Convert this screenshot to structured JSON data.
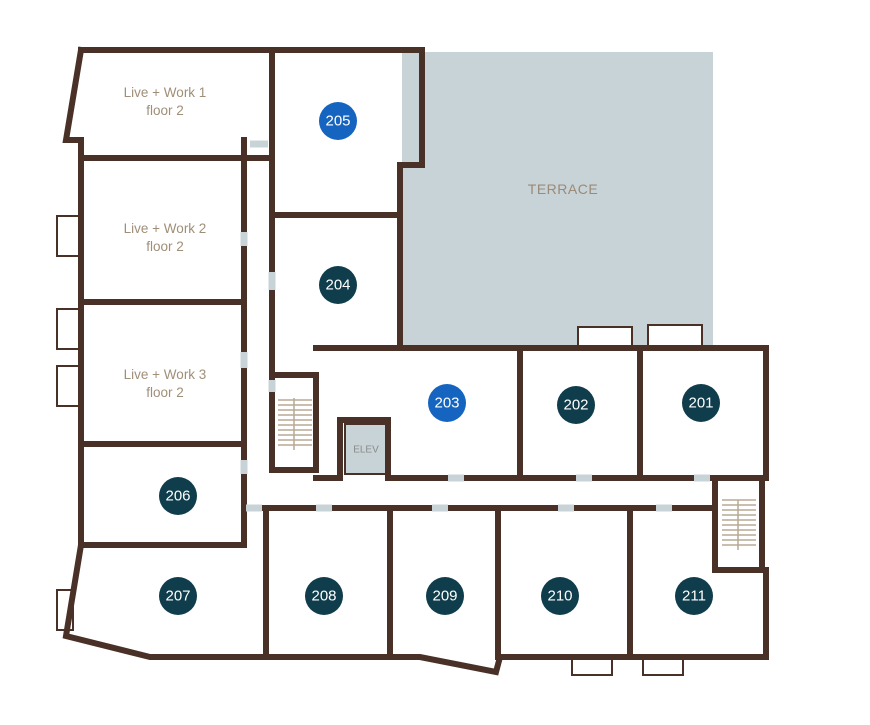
{
  "colors": {
    "wall": "#4a3128",
    "terrace": "#c8d3d8",
    "unit_dark": "#0f3d4c",
    "unit_selected": "#1565c0",
    "label_text": "#a08e78"
  },
  "terrace": {
    "label": "TERRACE"
  },
  "elevator": {
    "label": "ELEV"
  },
  "live_work": [
    {
      "line1": "Live + Work 1",
      "line2": "floor 2"
    },
    {
      "line1": "Live + Work 2",
      "line2": "floor 2"
    },
    {
      "line1": "Live + Work 3",
      "line2": "floor 2"
    }
  ],
  "units": [
    {
      "number": "205",
      "highlighted": true
    },
    {
      "number": "204",
      "highlighted": false
    },
    {
      "number": "203",
      "highlighted": true
    },
    {
      "number": "202",
      "highlighted": false
    },
    {
      "number": "201",
      "highlighted": false
    },
    {
      "number": "206",
      "highlighted": false
    },
    {
      "number": "207",
      "highlighted": false
    },
    {
      "number": "208",
      "highlighted": false
    },
    {
      "number": "209",
      "highlighted": false
    },
    {
      "number": "210",
      "highlighted": false
    },
    {
      "number": "211",
      "highlighted": false
    }
  ]
}
